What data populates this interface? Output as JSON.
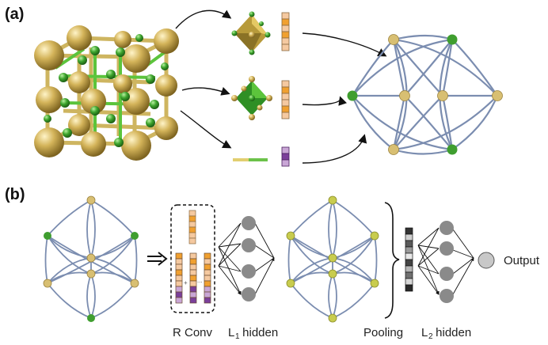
{
  "panel_a": {
    "label": "(a)"
  },
  "panel_b": {
    "label": "(b)",
    "captions": {
      "rconv": "R Conv",
      "l1_main": "L",
      "l1_sub": "1",
      "l1_rest": " hidden",
      "pooling": "Pooling",
      "l2_main": "L",
      "l2_sub": "2",
      "l2_rest": " hidden",
      "output": "Output"
    }
  },
  "colors": {
    "gold_node": "#d8bf72",
    "green_node": "#3f9e2f",
    "yellow_green_node": "#c8cc4e",
    "edge": "#7b8db0",
    "orange_vec": "#f0a030",
    "peach_vec": "#f5c9a0",
    "purple_vec": "#7b3f9a",
    "light_purple_vec": "#c9a6d6",
    "hidden_neuron": "#8a8a8a",
    "output_neuron": "#c8c8c8"
  }
}
